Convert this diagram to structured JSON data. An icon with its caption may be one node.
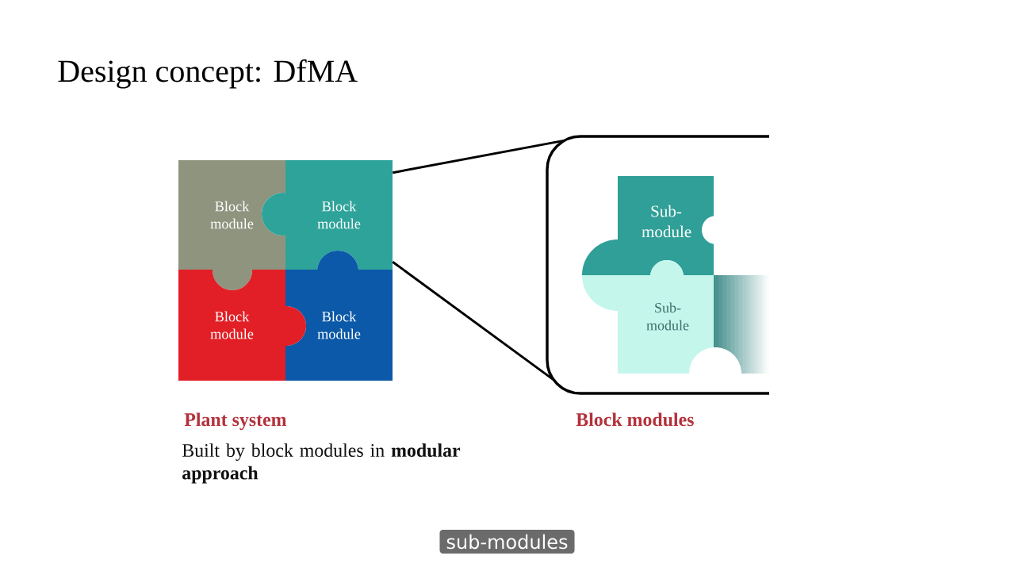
{
  "diagram": {
    "title": "Design concept: DfMA",
    "nodes": [
      {
        "text": [
          "Block module"
        ]
      },
      {
        "text": [
          "Block module"
        ]
      },
      {
        "text": [
          "Block module"
        ]
      },
      {
        "text": [
          "Block module"
        ]
      },
      {
        "text": [],
        "shape": "box",
        "beside": [
          "Block modules"
        ]
      },
      {
        "text": [
          "Sub-module"
        ],
        "in": 4
      },
      {
        "text": [
          "Sub-module"
        ],
        "in": 4
      },
      {
        "text": [],
        "shape": "box",
        "in": 4
      }
    ],
    "edges": [
      {
        "from": 1,
        "to": 4,
        "arrow": "none"
      },
      {
        "from": 1,
        "to": 4,
        "arrow": "none"
      }
    ],
    "labels": [
      "Plant system",
      "Built by block modules in **modular approach**",
      "sub-modules"
    ]
  }
}
